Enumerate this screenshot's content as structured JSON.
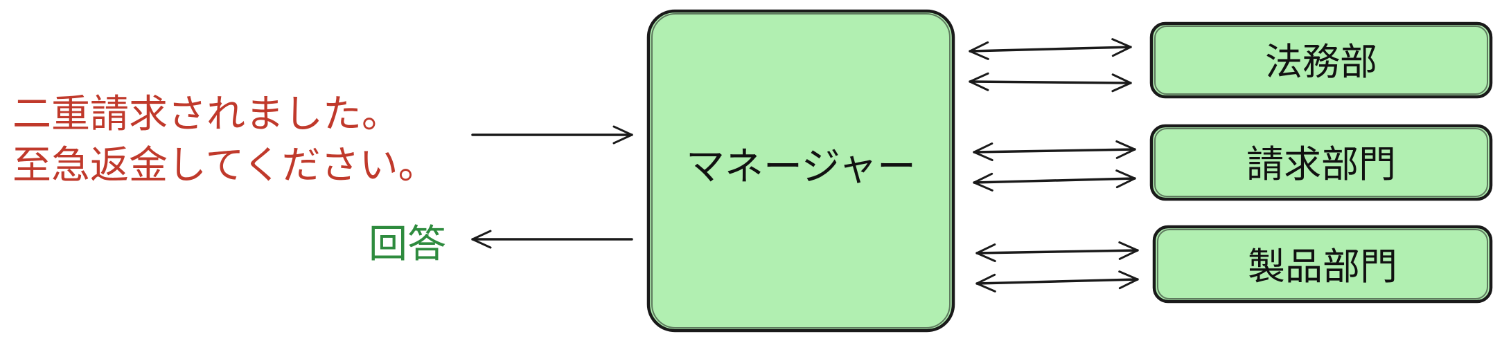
{
  "request": {
    "line1": "二重請求されました。",
    "line2": "至急返金してください。"
  },
  "response": {
    "label": "回答"
  },
  "manager": {
    "label": "マネージャー"
  },
  "departments": [
    {
      "label": "法務部"
    },
    {
      "label": "請求部門"
    },
    {
      "label": "製品部門"
    }
  ],
  "colors": {
    "request_text": "#c0392b",
    "response_text": "#2e8b3e",
    "box_fill": "#b1efb1",
    "stroke": "#1a1a1a"
  }
}
